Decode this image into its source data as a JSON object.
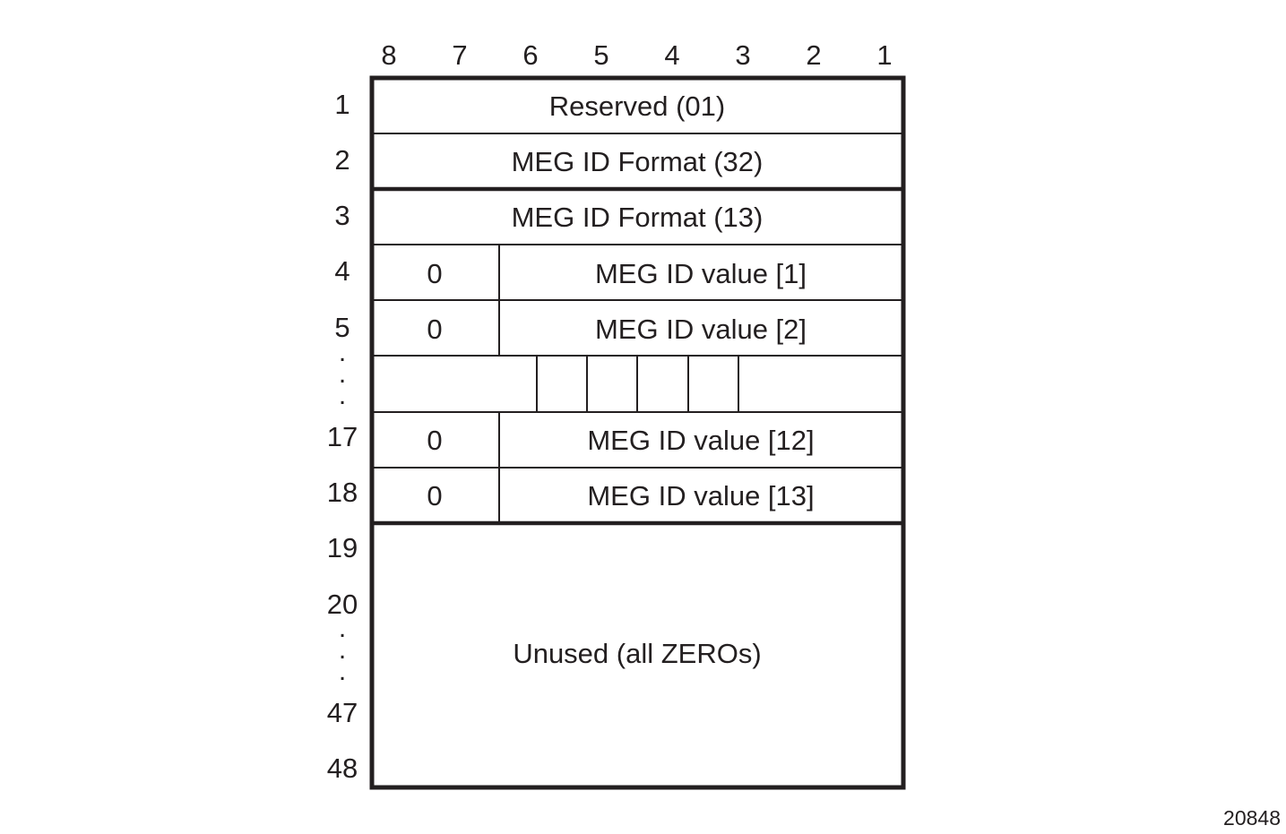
{
  "bit_numbers": [
    "8",
    "7",
    "6",
    "5",
    "4",
    "3",
    "2",
    "1"
  ],
  "row_numbers": {
    "r1": "1",
    "r2": "2",
    "r3": "3",
    "r4": "4",
    "r5": "5",
    "r17": "17",
    "r18": "18",
    "r19": "19",
    "r20": "20",
    "r47": "47",
    "r48": "48"
  },
  "ellipsis_dot": ".",
  "fields": {
    "reserved": "Reserved (01)",
    "meg_id_format_32": "MEG ID Format (32)",
    "meg_id_format_13": "MEG ID Format (13)",
    "zero_bit": "0",
    "meg_id_value_1": "MEG ID value [1]",
    "meg_id_value_2": "MEG ID value [2]",
    "meg_id_value_12": "MEG ID value [12]",
    "meg_id_value_13": "MEG ID value [13]",
    "unused": "Unused (all ZEROs)"
  },
  "figure_id": "20848",
  "colors": {
    "line": "#231f20",
    "background": "#ffffff"
  }
}
